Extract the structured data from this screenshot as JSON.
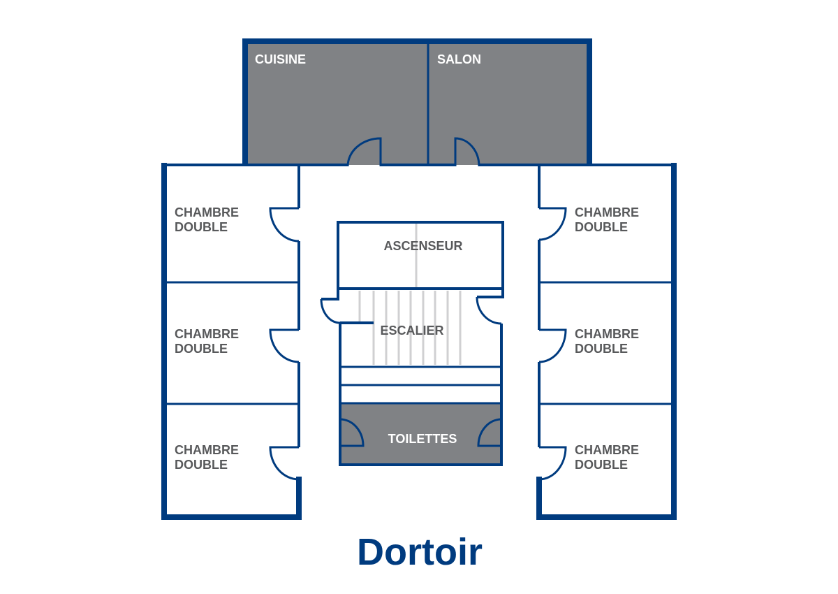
{
  "title": "Dortoir",
  "colors": {
    "wall": "#003b7f",
    "shared_room": "#808285",
    "label": "#58595b"
  },
  "rooms": {
    "cuisine": "CUISINE",
    "salon": "SALON",
    "ascenseur": "ASCENSEUR",
    "escalier": "ESCALIER",
    "toilettes": "TOILETTES",
    "left": [
      {
        "line1": "CHAMBRE",
        "line2": "DOUBLE"
      },
      {
        "line1": "CHAMBRE",
        "line2": "DOUBLE"
      },
      {
        "line1": "CHAMBRE",
        "line2": "DOUBLE"
      }
    ],
    "right": [
      {
        "line1": "CHAMBRE",
        "line2": "DOUBLE"
      },
      {
        "line1": "CHAMBRE",
        "line2": "DOUBLE"
      },
      {
        "line1": "CHAMBRE",
        "line2": "DOUBLE"
      }
    ]
  }
}
